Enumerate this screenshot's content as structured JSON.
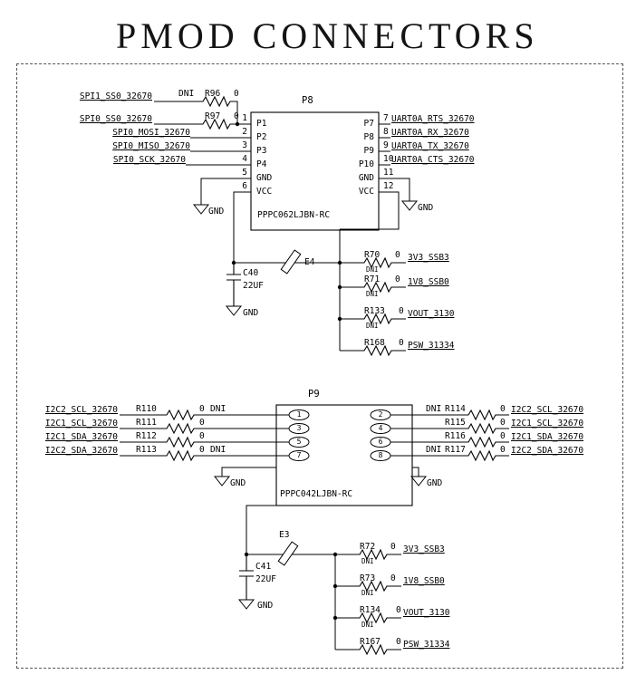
{
  "title": "PMOD CONNECTORS",
  "p8": {
    "refdes": "P8",
    "part_number": "PPPC062LJBN-RC",
    "pin_numbers": [
      "1",
      "2",
      "3",
      "4",
      "5",
      "6",
      "7",
      "8",
      "9",
      "10",
      "11",
      "12"
    ],
    "pin_names_left": [
      "P1",
      "P2",
      "P3",
      "P4",
      "GND",
      "VCC"
    ],
    "pin_names_right": [
      "P7",
      "P8",
      "P9",
      "P10",
      "GND",
      "VCC"
    ],
    "left_nets": [
      "SPI1_SS0_32670",
      "SPI0_SS0_32670",
      "SPI0_MOSI_32670",
      "SPI0_MISO_32670",
      "SPI0_SCK_32670"
    ],
    "right_nets": [
      "UART0A_RTS_32670",
      "UART0A_RX_32670",
      "UART0A_TX_32670",
      "UART0A_CTS_32670"
    ],
    "r96": {
      "dni": "DNI",
      "ref": "R96",
      "val": "0"
    },
    "r97": {
      "ref": "R97",
      "val": "0"
    },
    "gnd_left": "GND",
    "gnd_right": "GND",
    "cap": {
      "ref": "C40",
      "val": "22UF",
      "gnd": "GND"
    },
    "jumper": "E4",
    "pulls": [
      {
        "ref": "R70",
        "val": "0",
        "dni": "DNI",
        "net": "3V3_SSB3"
      },
      {
        "ref": "R71",
        "val": "0",
        "dni": "DNI",
        "net": "1V8_SSB0"
      },
      {
        "ref": "R133",
        "val": "0",
        "dni": "DNI",
        "net": "VOUT_3130"
      },
      {
        "ref": "R168",
        "val": "0",
        "net": "PSW_31334"
      }
    ]
  },
  "p9": {
    "refdes": "P9",
    "part_number": "PPPC042LJBN-RC",
    "pin_numbers_left": [
      "1",
      "3",
      "5",
      "7"
    ],
    "pin_numbers_right": [
      "2",
      "4",
      "6",
      "8"
    ],
    "left_rows": [
      {
        "net": "I2C2_SCL_32670",
        "ref": "R110",
        "val": "0",
        "dni": "DNI"
      },
      {
        "net": "I2C1_SCL_32670",
        "ref": "R111",
        "val": "0"
      },
      {
        "net": "I2C1_SDA_32670",
        "ref": "R112",
        "val": "0"
      },
      {
        "net": "I2C2_SDA_32670",
        "ref": "R113",
        "val": "0",
        "dni": "DNI"
      }
    ],
    "right_rows": [
      {
        "dni": "DNI",
        "ref": "R114",
        "val": "0",
        "net": "I2C2_SCL_32670"
      },
      {
        "ref": "R115",
        "val": "0",
        "net": "I2C1_SCL_32670"
      },
      {
        "ref": "R116",
        "val": "0",
        "net": "I2C1_SDA_32670"
      },
      {
        "dni": "DNI",
        "ref": "R117",
        "val": "0",
        "net": "I2C2_SDA_32670"
      }
    ],
    "gnd_left": "GND",
    "gnd_right": "GND",
    "cap": {
      "ref": "C41",
      "val": "22UF",
      "gnd": "GND"
    },
    "jumper": "E3",
    "pulls": [
      {
        "ref": "R72",
        "val": "0",
        "dni": "DNI",
        "net": "3V3_SSB3"
      },
      {
        "ref": "R73",
        "val": "0",
        "dni": "DNI",
        "net": "1V8_SSB0"
      },
      {
        "ref": "R134",
        "val": "0",
        "dni": "DNI",
        "net": "VOUT_3130"
      },
      {
        "ref": "R167",
        "val": "0",
        "net": "PSW_31334"
      }
    ]
  }
}
